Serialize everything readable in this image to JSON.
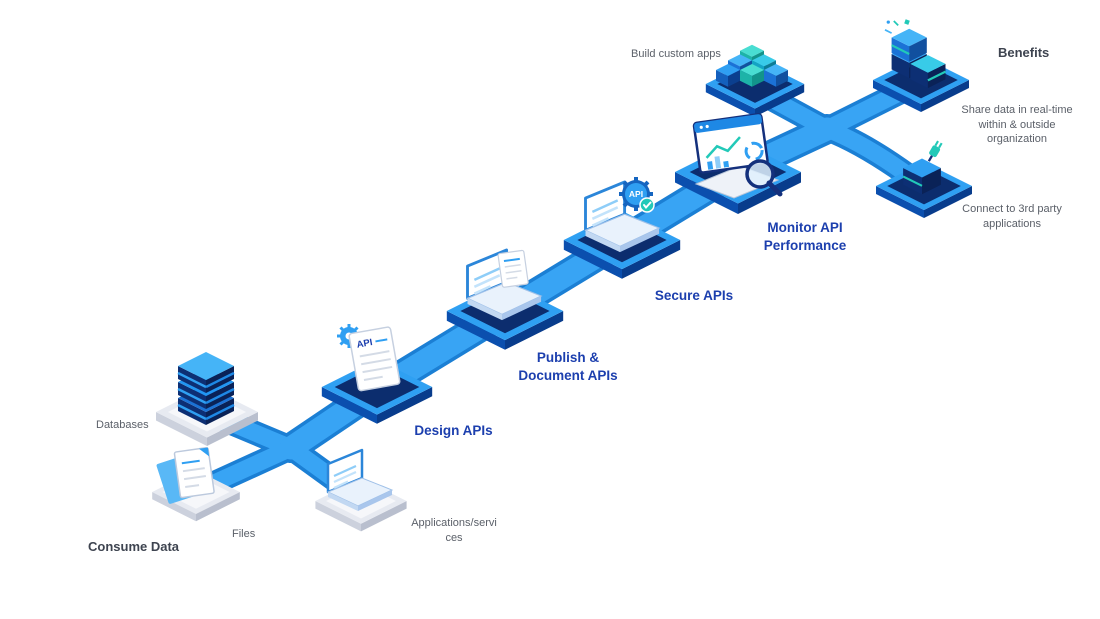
{
  "diagram": {
    "consume": {
      "heading": "Consume Data",
      "items": [
        {
          "label": "Databases",
          "icon": "database-stack-icon"
        },
        {
          "label": "Files",
          "icon": "files-icon"
        },
        {
          "label": "Applications/services",
          "icon": "laptop-icon"
        }
      ]
    },
    "pipeline": [
      {
        "label": "Design APIs",
        "icon": "api-document-icon"
      },
      {
        "label": "Publish & Document APIs",
        "icon": "laptop-document-icon"
      },
      {
        "label": "Secure APIs",
        "icon": "laptop-api-gear-icon"
      },
      {
        "label": "Monitor API Performance",
        "icon": "dashboard-magnifier-icon"
      }
    ],
    "benefits": {
      "heading": "Benefits",
      "items": [
        {
          "label": "Build custom apps",
          "icon": "cubes-icon"
        },
        {
          "label": "Share data in real-time within & outside organization",
          "icon": "data-boxes-icon"
        },
        {
          "label": "Connect to 3rd party applications",
          "icon": "plug-box-icon"
        }
      ]
    },
    "connections": [
      {
        "from": "Databases",
        "to": "Design APIs"
      },
      {
        "from": "Files",
        "to": "Design APIs"
      },
      {
        "from": "Applications/services",
        "to": "Design APIs"
      },
      {
        "from": "Design APIs",
        "to": "Publish & Document APIs"
      },
      {
        "from": "Publish & Document APIs",
        "to": "Secure APIs"
      },
      {
        "from": "Secure APIs",
        "to": "Monitor API Performance"
      },
      {
        "from": "Monitor API Performance",
        "to": "Build custom apps"
      },
      {
        "from": "Monitor API Performance",
        "to": "Share data in real-time within & outside organization"
      },
      {
        "from": "Monitor API Performance",
        "to": "Connect to 3rd party applications"
      }
    ],
    "icon_text": {
      "api": "API"
    },
    "colors": {
      "road_surface": "#38a4f4",
      "road_edge": "#1b7fd4",
      "platform_top": "#0c2d6e",
      "platform_rim": "#2fa0f2",
      "light_platform": "#e7eaf1",
      "step_label": "#1c3fae",
      "item_label": "#5b6069",
      "heading_label": "#3e4450",
      "accent_teal": "#22c9b8"
    }
  }
}
